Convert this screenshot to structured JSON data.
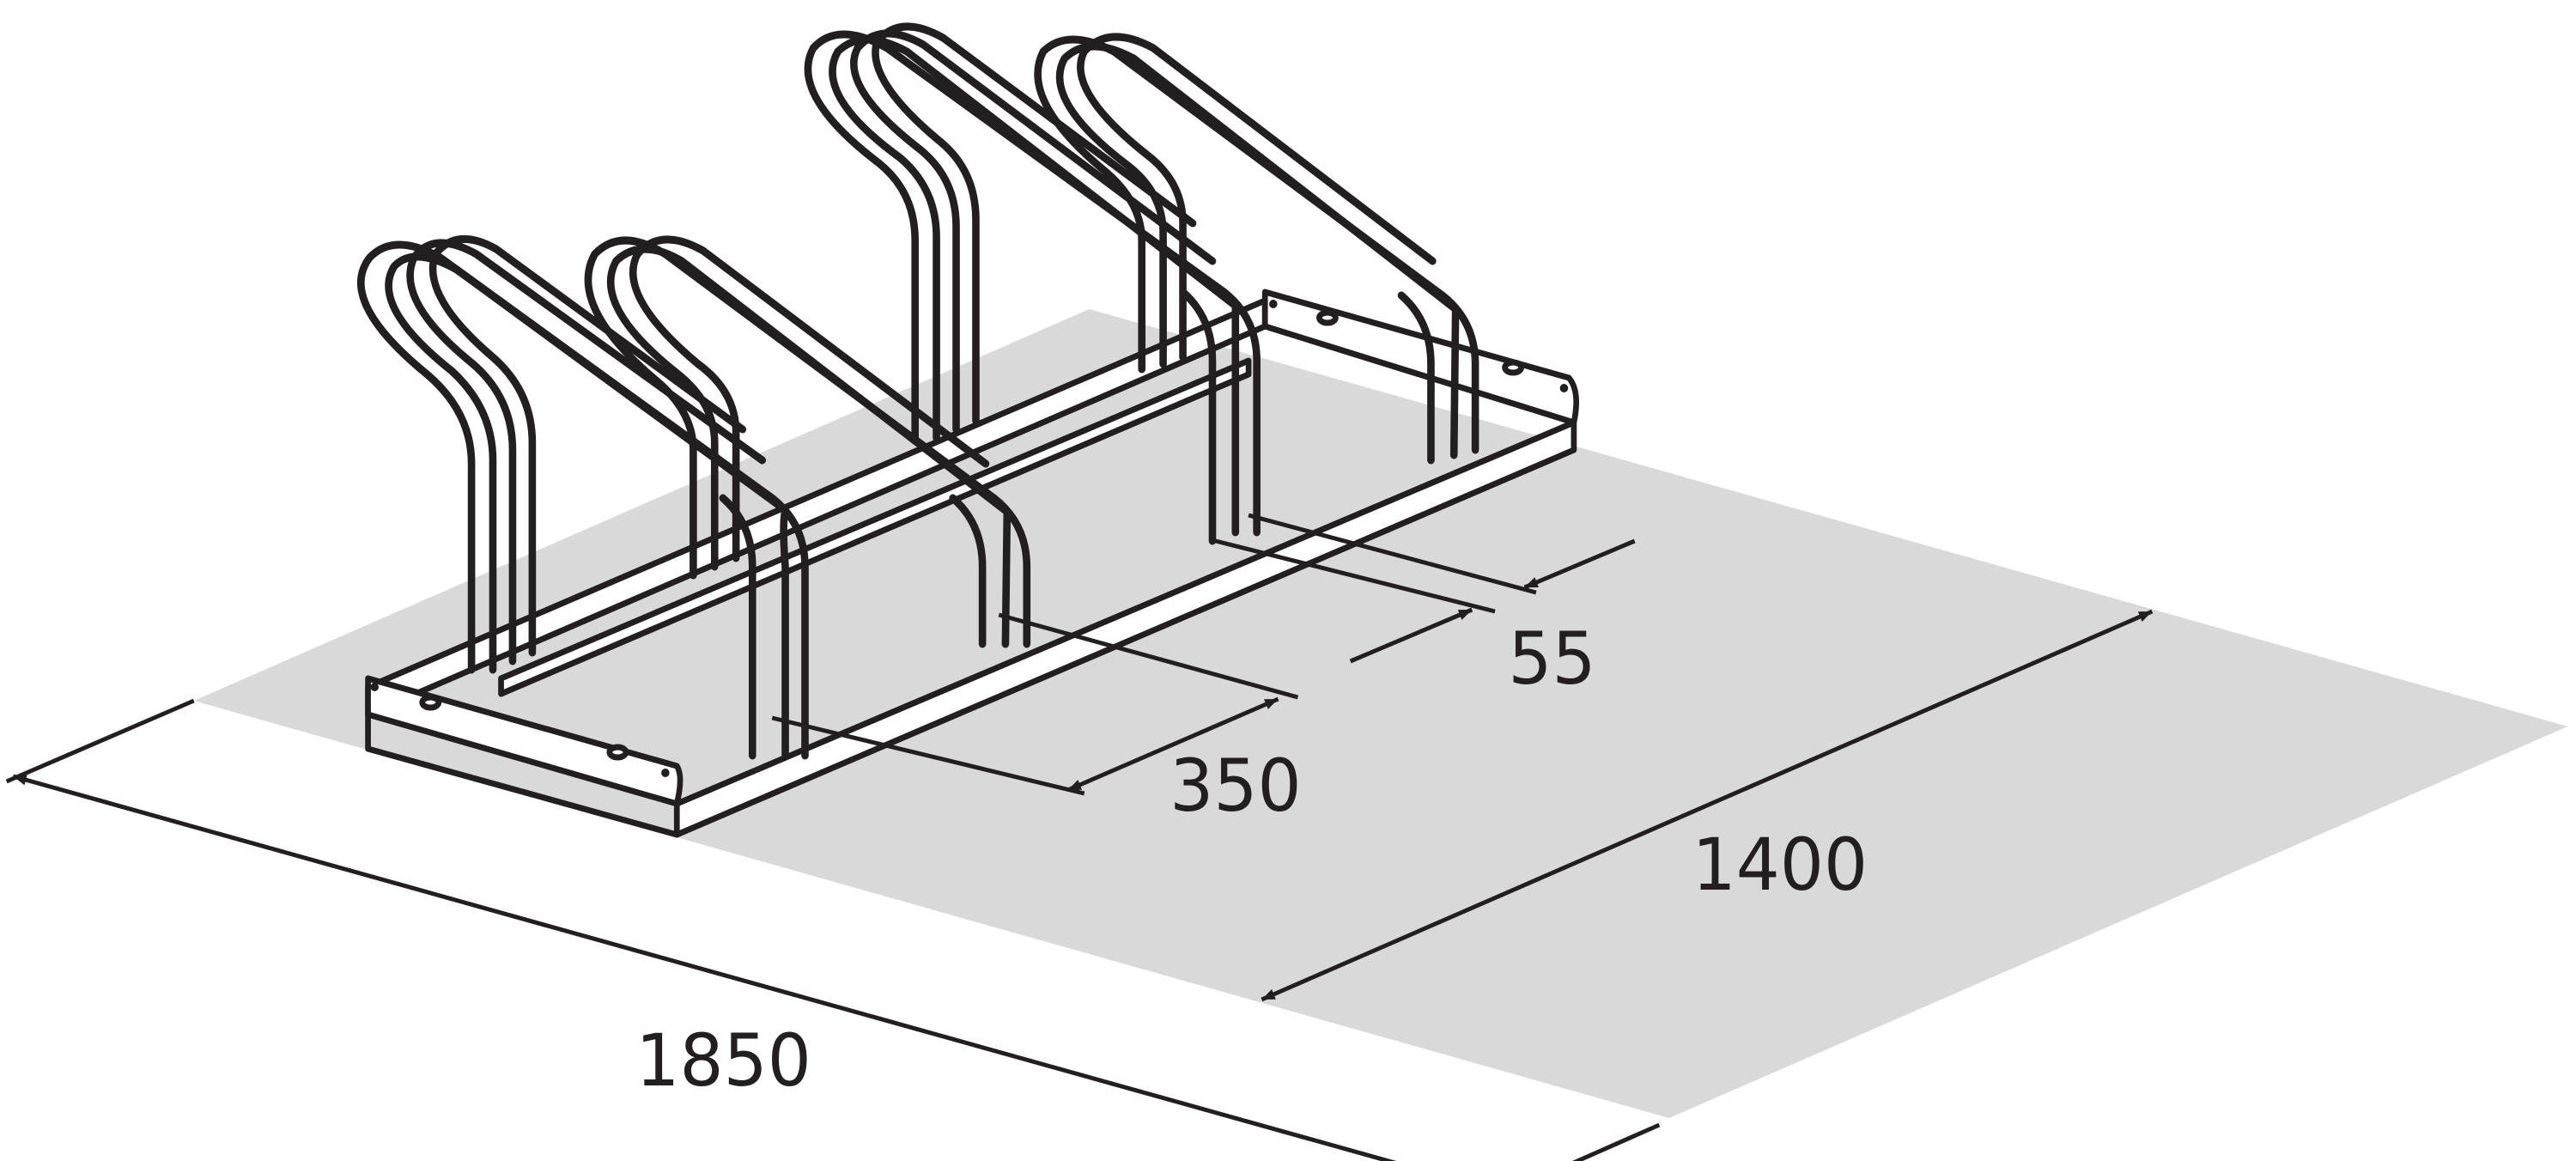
{
  "dimensions": {
    "width_overall": "1850",
    "depth_overall": "1400",
    "bay_spacing": "350",
    "tube_diameter": "55"
  },
  "colors": {
    "floor": "#d9d9d9",
    "line": "#231f20",
    "background": "#ffffff"
  }
}
